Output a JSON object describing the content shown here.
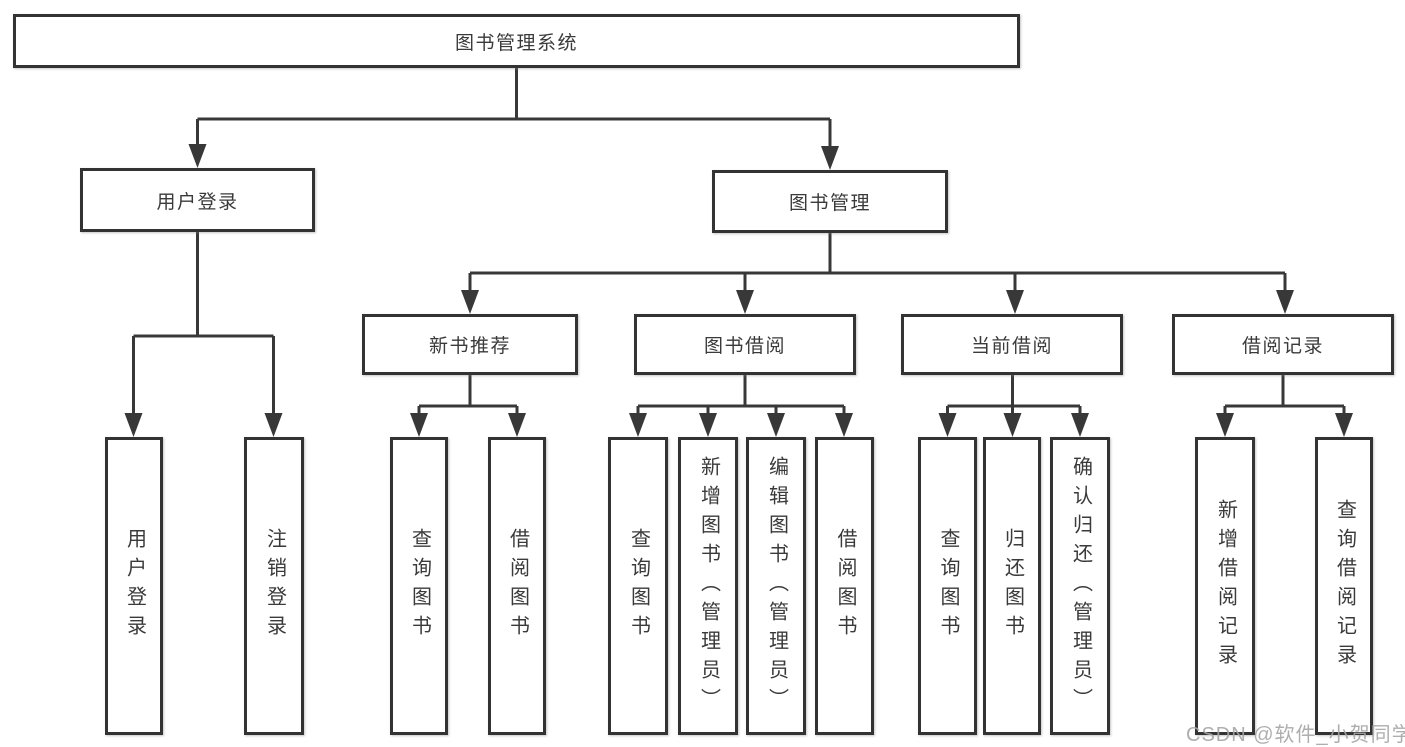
{
  "diagram": {
    "root": {
      "label": "图书管理系统"
    },
    "level1": [
      {
        "label": "用户登录"
      },
      {
        "label": "图书管理"
      }
    ],
    "level2": [
      {
        "label": "新书推荐"
      },
      {
        "label": "图书借阅"
      },
      {
        "label": "当前借阅"
      },
      {
        "label": "借阅记录"
      }
    ],
    "leaves": [
      {
        "label": "用户登录"
      },
      {
        "label": "注销登录"
      },
      {
        "label": "查询图书"
      },
      {
        "label": "借阅图书"
      },
      {
        "label": "查询图书"
      },
      {
        "label": "新增图书（管理员）"
      },
      {
        "label": "编辑图书（管理员）"
      },
      {
        "label": "借阅图书"
      },
      {
        "label": "查询图书"
      },
      {
        "label": "归还图书"
      },
      {
        "label": "确认归还（管理员）"
      },
      {
        "label": "新增借阅记录"
      },
      {
        "label": "查询借阅记录"
      }
    ],
    "watermark": {
      "text": "CSDN @软件_小贺同学"
    },
    "colors": {
      "line": "#383838",
      "border": "#333333",
      "text": "#3a3a3a",
      "background": "#ffffff",
      "watermark": "#a5a5a5"
    }
  }
}
